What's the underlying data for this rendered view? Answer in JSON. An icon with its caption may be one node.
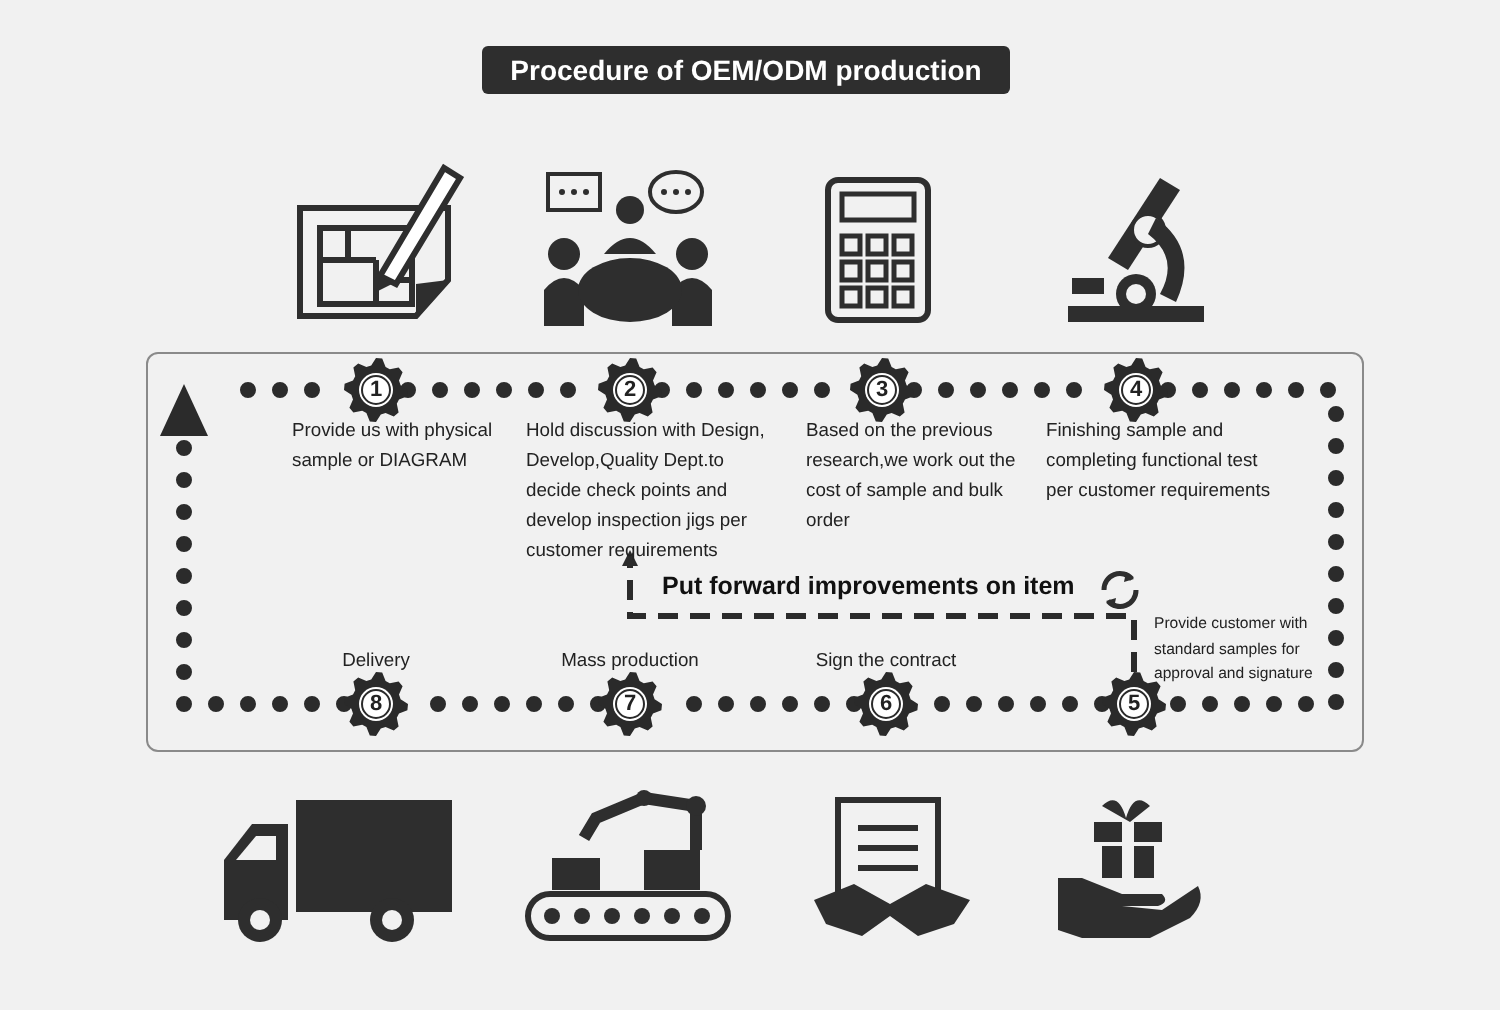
{
  "diagram": {
    "title": "Procedure of OEM/ODM production",
    "nodes": [
      {
        "text": [
          "1"
        ],
        "beside": [
          "Provide us with physical sample or DIAGRAM"
        ]
      },
      {
        "text": [
          "2"
        ],
        "beside": [
          "Hold discussion with Design, Develop,Quality Dept.to decide check points and develop inspection jigs per customer requirements"
        ]
      },
      {
        "text": [
          "3"
        ],
        "beside": [
          "Based on the previous research,we work out the cost of sample and bulk order"
        ]
      },
      {
        "text": [
          "4"
        ],
        "beside": [
          "Finishing sample and completing functional test per customer requirements"
        ]
      },
      {
        "text": [
          "5"
        ],
        "beside": [
          "Provide customer with standard samples for approval and signature"
        ]
      },
      {
        "text": [
          "6"
        ],
        "beside": [
          "Sign the contract"
        ]
      },
      {
        "text": [
          "7"
        ],
        "beside": [
          "Mass production"
        ]
      },
      {
        "text": [
          "8"
        ],
        "beside": [
          "Delivery"
        ]
      }
    ],
    "edges": [
      {
        "from": 0,
        "to": 1,
        "arrow": "none"
      },
      {
        "from": 1,
        "to": 2,
        "arrow": "none"
      },
      {
        "from": 2,
        "to": 3,
        "arrow": "none"
      },
      {
        "from": 3,
        "to": 4,
        "arrow": "none"
      },
      {
        "from": 4,
        "to": 5,
        "arrow": "none"
      },
      {
        "from": 5,
        "to": 6,
        "arrow": "none"
      },
      {
        "from": 6,
        "to": 7,
        "arrow": "none"
      },
      {
        "from": 7,
        "to": null,
        "arrow": "to"
      },
      {
        "from": null,
        "to": 0,
        "arrow": "none"
      },
      {
        "from": 4,
        "to": 1,
        "arrow": "to",
        "style": "dashed",
        "label": "Put forward improvements on item"
      }
    ]
  }
}
